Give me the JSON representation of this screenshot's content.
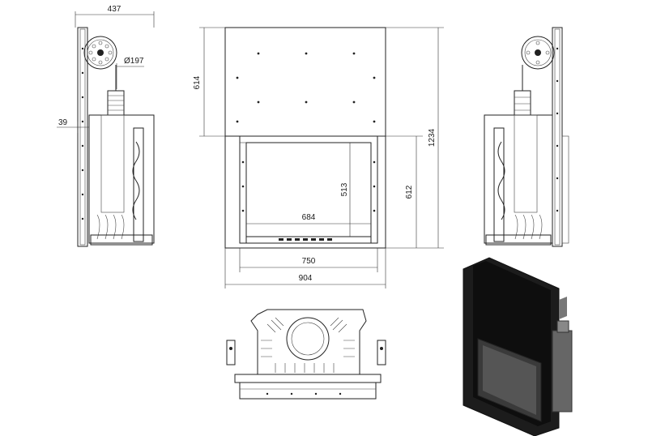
{
  "dimensions": {
    "depth": "437",
    "flue_diameter": "Ø197",
    "side_offset": "39",
    "upper_height": "614",
    "glass_height": "513",
    "glass_width": "684",
    "door_height": "612",
    "total_height": "1234",
    "door_width": "750",
    "total_width": "904"
  },
  "colors": {
    "line": "#222222",
    "fill_dark": "#111111",
    "fill_mid": "#555555",
    "background": "#ffffff"
  }
}
